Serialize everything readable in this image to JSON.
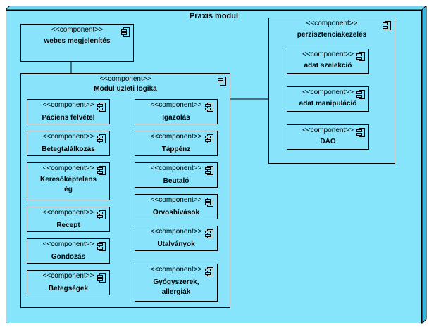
{
  "diagram": {
    "node": {
      "title": "Praxis modul"
    },
    "stereotype": "<<component>>",
    "components": {
      "webes": "webes megjelenítés",
      "uzleti": "Modul üzleti logika",
      "perzisztencia": "perzisztenciakezelés",
      "adat_szelekcio": "adat szelekció",
      "adat_manipulacio": "adat manipuláció",
      "dao": "DAO",
      "paciens": "Páciens felvétel",
      "betegtalalkozas": "Betegtalálkozás",
      "keresokeptelenseg_1": "Keresőképtelens",
      "keresokeptelenseg_2": "ég",
      "recept": "Recept",
      "gondozas": "Gondozás",
      "betegsegek": "Betegségek",
      "igazolas": "Igazolás",
      "tappenz": "Táppénz",
      "beutalo": "Beutaló",
      "orvoshivasok": "Orvoshívások",
      "utalvanyok": "Utalványok",
      "gyogyszerek_1": "Gyógyszerek,",
      "gyogyszerek_2": "allergiák"
    },
    "colors": {
      "node_front": "#86e4fb",
      "node_top": "#6fd6f5",
      "node_side": "#34b7e4",
      "component_fill": "#88e3fb",
      "line": "#000000"
    }
  }
}
